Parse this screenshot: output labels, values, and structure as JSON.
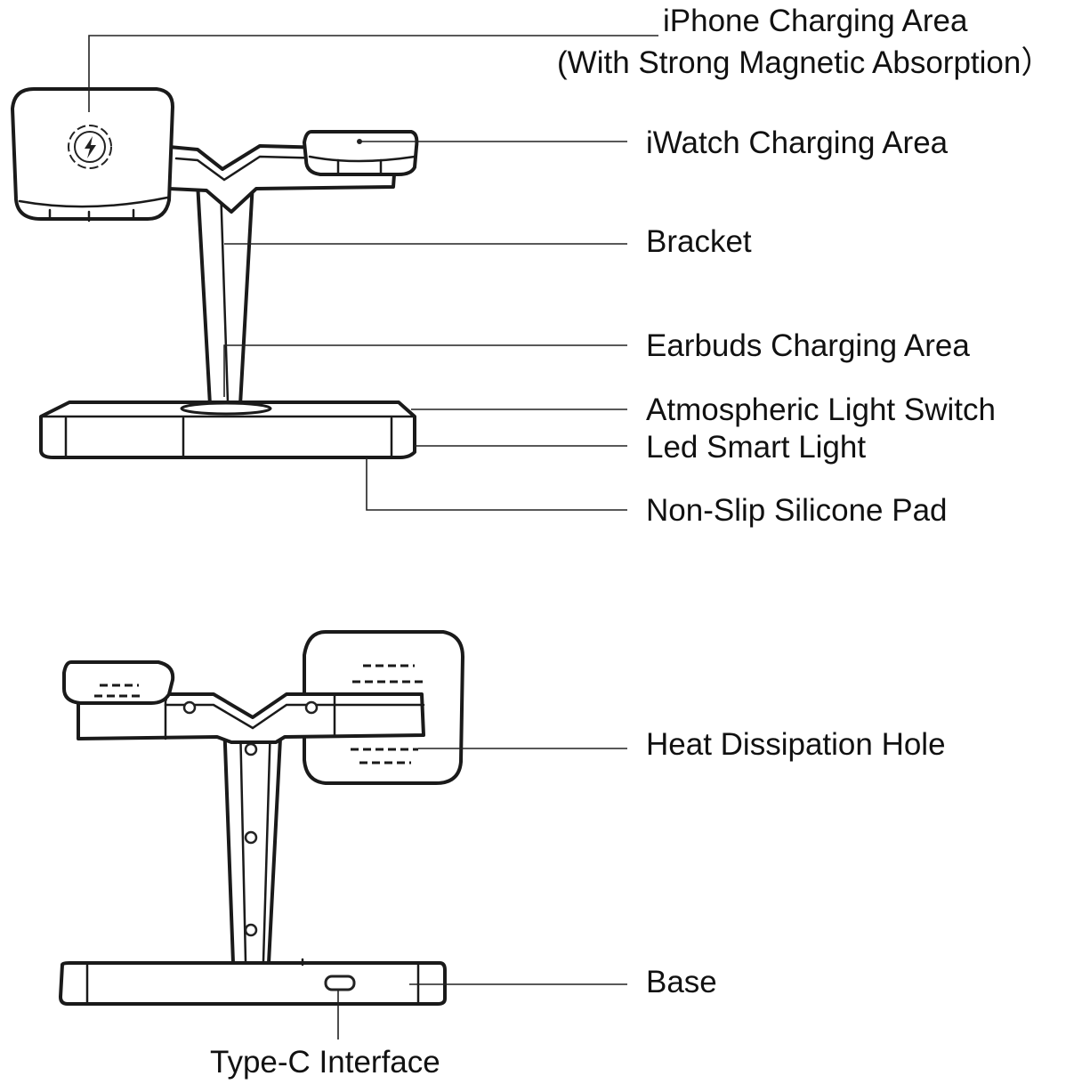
{
  "labels": {
    "iphone_area": "iPhone Charging Area",
    "iphone_area_sub": "(With Strong Magnetic Absorption）",
    "iwatch_area": "iWatch Charging Area",
    "bracket": "Bracket",
    "earbuds_area": "Earbuds Charging Area",
    "light_switch": "Atmospheric Light Switch",
    "led_light": "Led Smart Light",
    "silicone_pad": "Non-Slip Silicone Pad",
    "heat_hole": "Heat Dissipation Hole",
    "base": "Base",
    "typec": "Type-C Interface"
  },
  "icons": {
    "charging_symbol": "lightning-bolt-icon"
  }
}
